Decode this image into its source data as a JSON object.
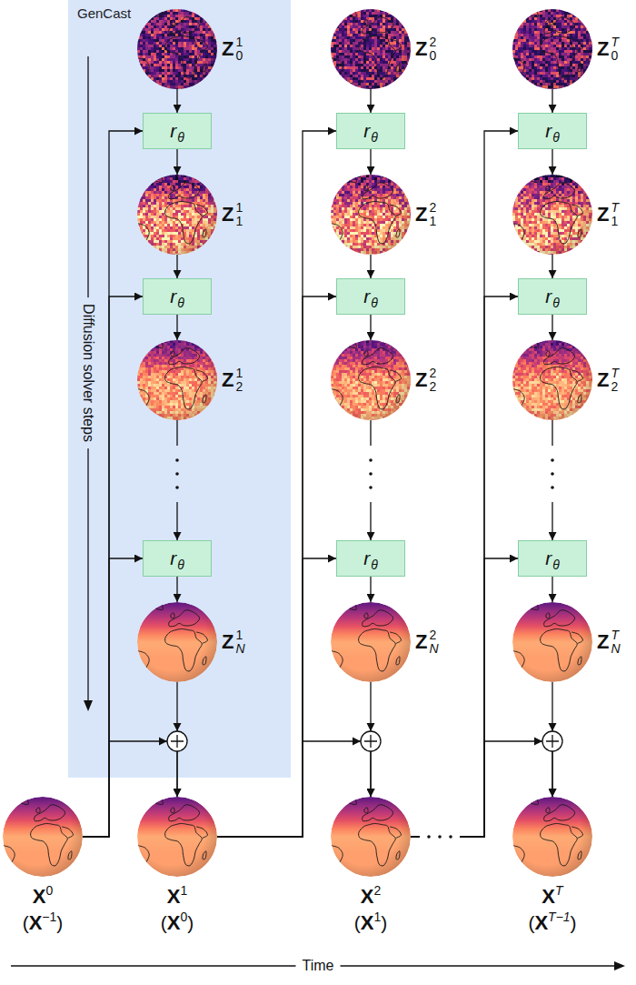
{
  "diagram": {
    "nodes": [
      {
        "text": [
          "GenCast"
        ]
      },
      {
        "text": [
          "Z",
          "1",
          "0"
        ],
        "in": 0
      },
      {
        "text": [
          "r",
          "θ"
        ],
        "in": 0
      },
      {
        "text": [
          "Z",
          "1",
          "1"
        ],
        "in": 0
      },
      {
        "text": [
          "r",
          "θ"
        ],
        "in": 0
      },
      {
        "text": [
          "Z",
          "1",
          "2"
        ],
        "in": 0
      },
      {
        "text": [
          "r",
          "θ"
        ],
        "in": 0
      },
      {
        "text": [
          "Z",
          "1",
          "N"
        ],
        "in": 0
      },
      {
        "text": [
          "Z",
          "2",
          "0"
        ]
      },
      {
        "text": [
          "r",
          "θ"
        ]
      },
      {
        "text": [
          "Z",
          "2",
          "1"
        ]
      },
      {
        "text": [
          "r",
          "θ"
        ]
      },
      {
        "text": [
          "Z",
          "2",
          "2"
        ]
      },
      {
        "text": [
          "r",
          "θ"
        ]
      },
      {
        "text": [
          "Z",
          "2",
          "N"
        ]
      },
      {
        "text": [
          "Z",
          "T",
          "0"
        ]
      },
      {
        "text": [
          "r",
          "θ"
        ]
      },
      {
        "text": [
          "Z",
          "T",
          "1"
        ]
      },
      {
        "text": [
          "r",
          "θ"
        ]
      },
      {
        "text": [
          "Z",
          "T",
          "2"
        ]
      },
      {
        "text": [
          "r",
          "θ"
        ]
      },
      {
        "text": [
          "Z",
          "T",
          "N"
        ]
      },
      {
        "text": [
          "X",
          "0",
          "(",
          "X",
          "−1",
          ")"
        ]
      },
      {
        "text": [
          "X",
          "1",
          "(",
          "X",
          "0",
          ")"
        ]
      },
      {
        "text": [
          "X",
          "2",
          "(",
          "X",
          "1",
          ")"
        ]
      },
      {
        "text": [
          "X",
          "T",
          "(",
          "X",
          "T−1",
          ")"
        ]
      }
    ],
    "edges": [
      {
        "from": 1,
        "to": 2,
        "arrow": "to"
      },
      {
        "from": 2,
        "to": 3,
        "arrow": "to"
      },
      {
        "from": 3,
        "to": 4,
        "arrow": "to"
      },
      {
        "from": 4,
        "to": 5,
        "arrow": "to"
      },
      {
        "from": 5,
        "to": 6,
        "arrow": "to"
      },
      {
        "from": 6,
        "to": 7,
        "arrow": "to"
      },
      {
        "from": 22,
        "to": 2,
        "arrow": "to"
      },
      {
        "from": 22,
        "to": 4,
        "arrow": "to"
      },
      {
        "from": 22,
        "to": 6,
        "arrow": "to"
      },
      {
        "from": 7,
        "to": 23,
        "arrow": "to"
      },
      {
        "from": 22,
        "to": 23,
        "arrow": "to"
      },
      {
        "from": 8,
        "to": 9,
        "arrow": "to"
      },
      {
        "from": 9,
        "to": 10,
        "arrow": "to"
      },
      {
        "from": 10,
        "to": 11,
        "arrow": "to"
      },
      {
        "from": 11,
        "to": 12,
        "arrow": "to"
      },
      {
        "from": 12,
        "to": 13,
        "arrow": "to"
      },
      {
        "from": 13,
        "to": 14,
        "arrow": "to"
      },
      {
        "from": 23,
        "to": 9,
        "arrow": "to"
      },
      {
        "from": 23,
        "to": 11,
        "arrow": "to"
      },
      {
        "from": 23,
        "to": 13,
        "arrow": "to"
      },
      {
        "from": 14,
        "to": 24,
        "arrow": "to"
      },
      {
        "from": 23,
        "to": 24,
        "arrow": "to"
      },
      {
        "from": 15,
        "to": 16,
        "arrow": "to"
      },
      {
        "from": 16,
        "to": 17,
        "arrow": "to"
      },
      {
        "from": 17,
        "to": 18,
        "arrow": "to"
      },
      {
        "from": 18,
        "to": 19,
        "arrow": "to"
      },
      {
        "from": 19,
        "to": 20,
        "arrow": "to"
      },
      {
        "from": 20,
        "to": 21,
        "arrow": "to"
      },
      {
        "from": 24,
        "to": 16,
        "arrow": "to"
      },
      {
        "from": 24,
        "to": 18,
        "arrow": "to"
      },
      {
        "from": 24,
        "to": 20,
        "arrow": "to"
      },
      {
        "from": 21,
        "to": 25,
        "arrow": "to"
      },
      {
        "from": 24,
        "to": 25,
        "arrow": "to"
      }
    ],
    "labels": [
      "Diffusion solver steps",
      "Time"
    ]
  }
}
